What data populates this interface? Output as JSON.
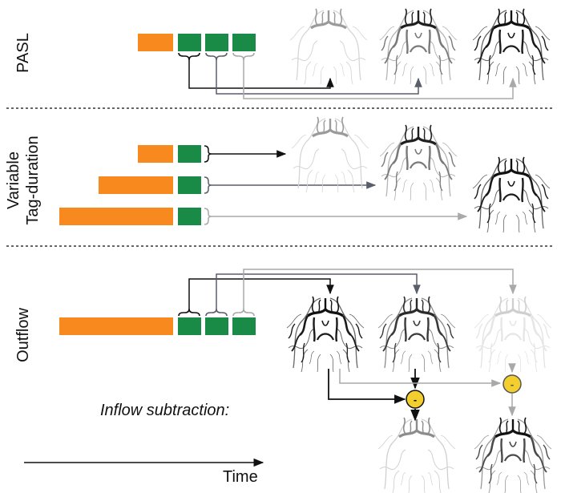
{
  "sections": [
    {
      "id": "pasl",
      "label_lines": [
        "PASL"
      ]
    },
    {
      "id": "variable",
      "label_lines": [
        "Variable",
        "Tag-duration"
      ]
    },
    {
      "id": "outflow",
      "label_lines": [
        "Outflow"
      ]
    }
  ],
  "subtraction_label": "Inflow subtraction:",
  "subtraction_symbol": "-",
  "time_axis_label": "Time",
  "colors": {
    "tag_orange": "#F7891E",
    "readout_green": "#1A8A47",
    "arrow_black": "#111111",
    "arrow_dark_gray": "#5A5E6B",
    "arrow_light_gray": "#A9A9A9",
    "minus_yellow": "#F2CE2F",
    "divider": "#333333"
  },
  "icons": [
    "angiogram-image",
    "arrow-icon",
    "bracket-icon",
    "minus-circle-icon"
  ]
}
